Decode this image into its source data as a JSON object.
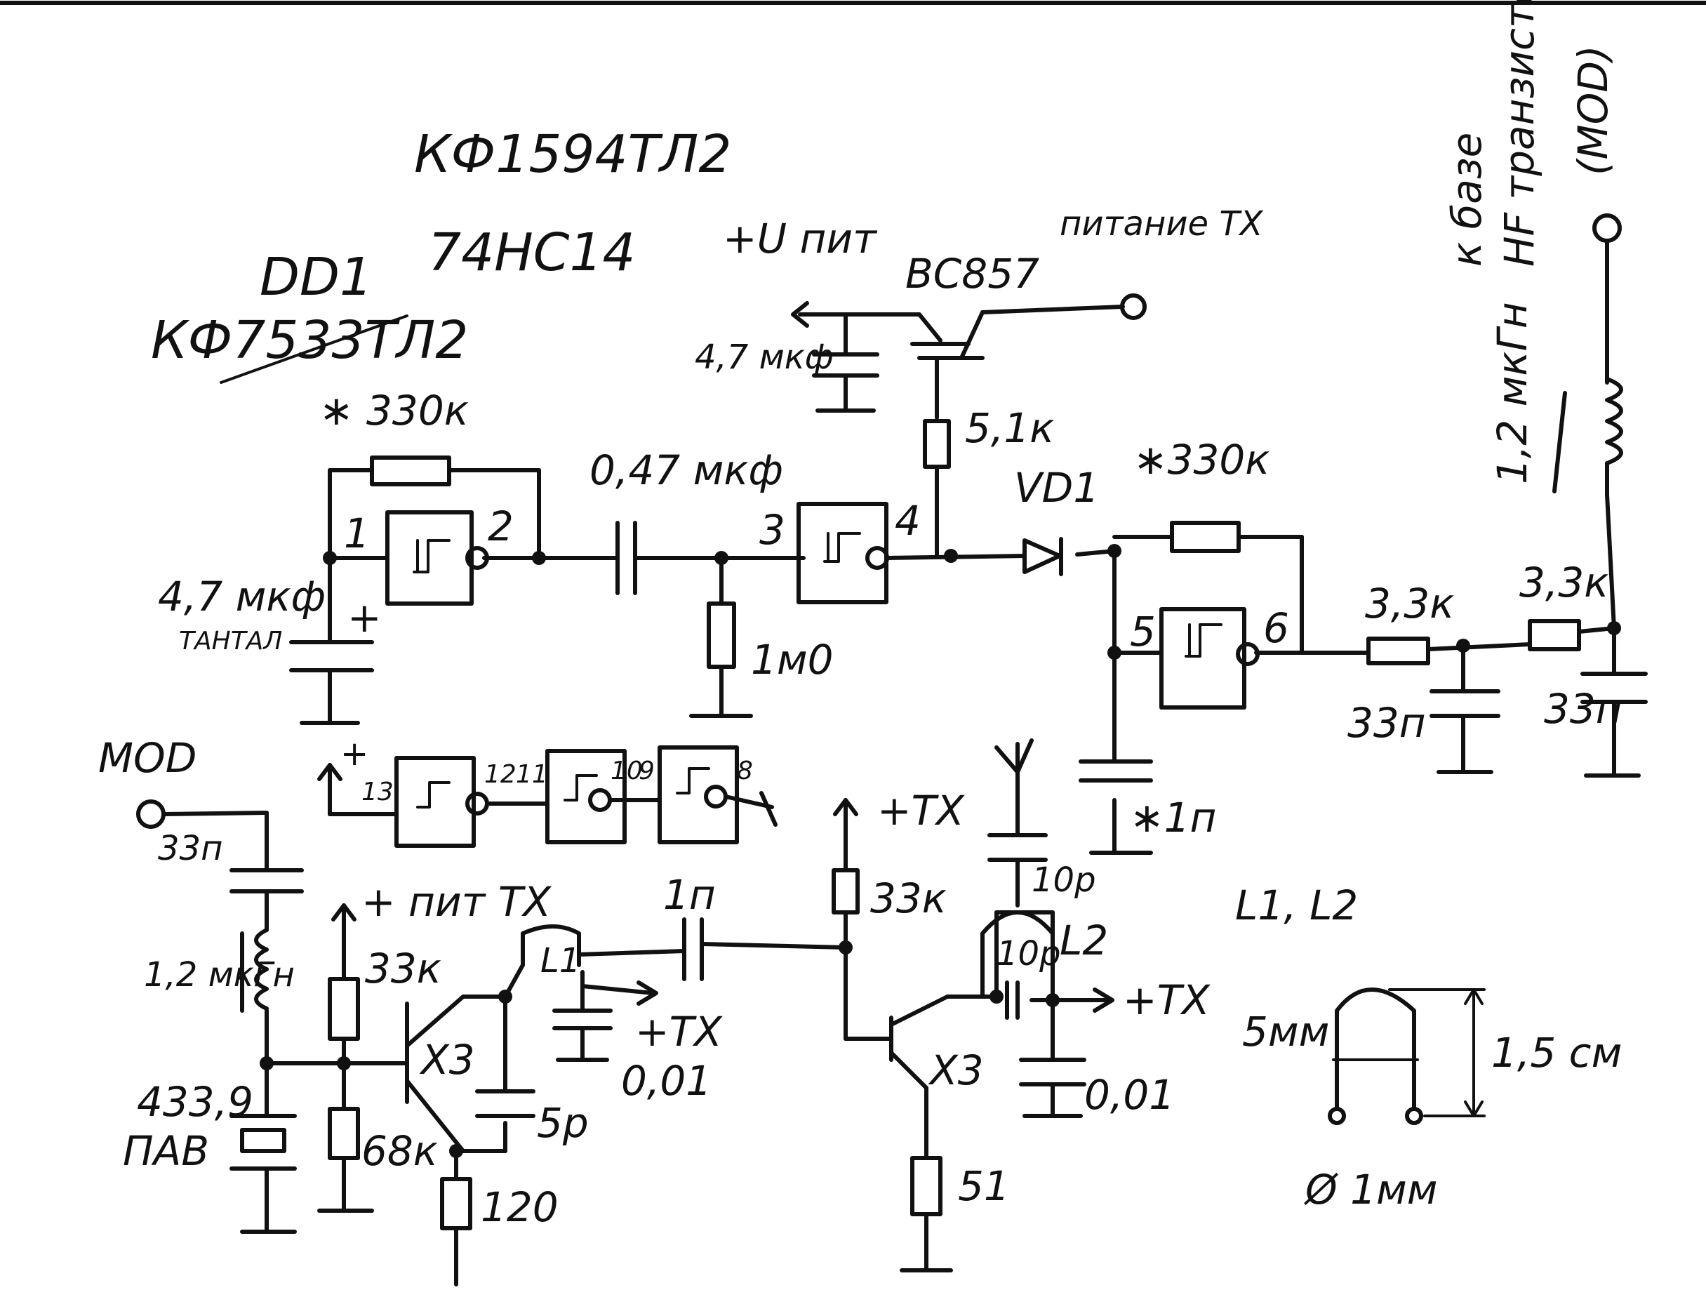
{
  "chip": {
    "part_main": "КФ1594ТЛ2",
    "part_alt": "74НС14",
    "designator": "DD1",
    "part_struck": "КФ7533ТЛ2"
  },
  "supply": {
    "vpit": "+U пит",
    "transistor": "BC857",
    "tx_power": "питание TX",
    "c_supply": "4,7 мкф"
  },
  "oscillator": {
    "r_fb": "∗ 330к",
    "c_tantal": "4,7 мкф",
    "tantal": "ТАНТАЛ",
    "plus": "+",
    "c_coupling": "0,47 мкф",
    "r_bias": "1м0",
    "r_base": "5,1к",
    "diode": "VD1",
    "pins": {
      "p1": "1",
      "p2": "2",
      "p3": "3",
      "p4": "4",
      "p5": "5",
      "p6": "6"
    }
  },
  "rc_block": {
    "r_fb2": "∗330к",
    "c_timing": "∗1п",
    "r1": "3,3к",
    "r2": "3,3к",
    "c1": "33п",
    "c2": "33п",
    "l_choke": "1,2 мкГн",
    "to_base": "к базе",
    "hf_tr": "HF транзистора",
    "mod": "(MOD)"
  },
  "unused_gates": {
    "pins": {
      "p13": "13",
      "p12": "12",
      "p11": "11",
      "p10": "10",
      "p9": "9",
      "p8": "8"
    },
    "plus": "+"
  },
  "transmitter": {
    "mod": "MOD",
    "c_in": "33п",
    "l_in": "1,2 мкГн",
    "saw_freq": "433,9",
    "saw_type": "ПАВ",
    "vpit_tx": "+ пит TX",
    "r_top": "33к",
    "r_bottom": "68к",
    "q1": "X3",
    "c_fb": "5р",
    "r_emitter": "120",
    "l1": "L1",
    "c_dec1": "0,01",
    "tx1": "+TX",
    "c_couple": "1п",
    "tx2": "+TX",
    "r_bias2": "33к",
    "q2": "X3",
    "r_e2": "51",
    "c_ant": "10р",
    "c_tank": "10р",
    "l2": "L2",
    "tx3": "+TX",
    "c_dec2": "0,01"
  },
  "coil": {
    "title": "L1, L2",
    "width": "5мм",
    "height": "1,5 см",
    "wire": "Ø 1мм"
  }
}
